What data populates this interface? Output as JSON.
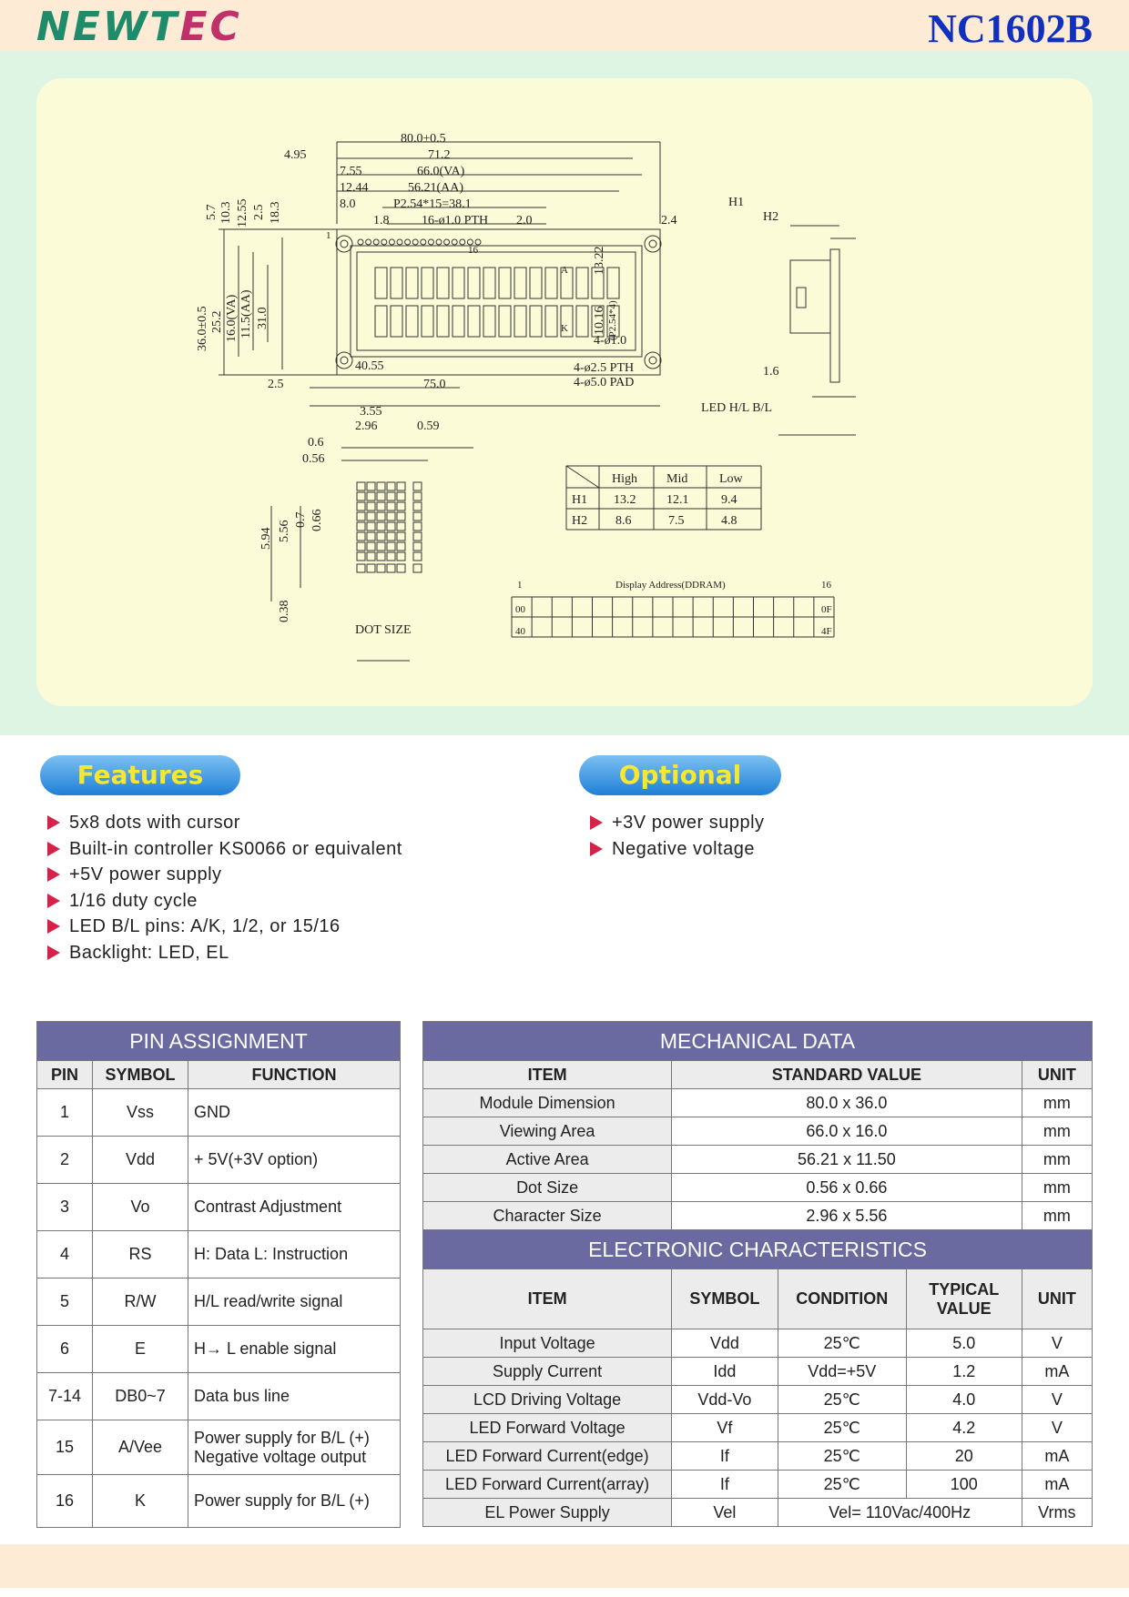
{
  "header": {
    "logo": "NEWTEC",
    "model": "NC1602B"
  },
  "drawing": {
    "top_dims": [
      "80.0±0.5",
      "71.2",
      "66.0(VA)",
      "56.21(AA)",
      "P2.54*15=38.1",
      "16-ø1.0 PTH"
    ],
    "dims_a": [
      "4.95",
      "7.55",
      "12.44",
      "8.0",
      "1.8",
      "2.0",
      "2.4"
    ],
    "vert_dims": [
      "5.7",
      "10.3",
      "12.55",
      "2.5",
      "18.3"
    ],
    "left_dims": [
      "36.0±0.5",
      "25.2",
      "16.0(VA)",
      "11.5(AA)",
      "31.0"
    ],
    "right_dims": [
      "13.22",
      "10.16",
      "(P2.54*4)"
    ],
    "pin_markers": [
      "1",
      "16",
      "A",
      "K"
    ],
    "bottom_dims": [
      "40.55",
      "2.5",
      "75.0",
      "4-ø1.0",
      "4-ø2.5 PTH",
      "4-ø5.0 PAD"
    ],
    "side": {
      "h1": "H1",
      "h2": "H2",
      "dim": "1.6",
      "caption": "LED H/L B/L"
    },
    "dot_dims": [
      "3.55",
      "2.96",
      "0.59",
      "0.6",
      "0.56",
      "5.94",
      "5.56",
      "0.7",
      "0.66",
      "0.38"
    ],
    "dot_caption": "DOT SIZE",
    "hl_table": {
      "headers": [
        "High",
        "Mid",
        "Low"
      ],
      "rows": [
        {
          "label": "H1",
          "values": [
            "13.2",
            "12.1",
            "9.4"
          ]
        },
        {
          "label": "H2",
          "values": [
            "8.6",
            "7.5",
            "4.8"
          ]
        }
      ]
    },
    "ddram": {
      "title": "Display Address(DDRAM)",
      "col_start": "1",
      "col_end": "16",
      "row1_start": "00",
      "row1_end": "0F",
      "row2_start": "40",
      "row2_end": "4F"
    }
  },
  "features": {
    "title": "Features",
    "items": [
      "5x8 dots with cursor",
      "Built-in controller KS0066 or equivalent",
      "+5V power supply",
      "1/16 duty cycle",
      "LED B/L pins: A/K, 1/2, or 15/16",
      "Backlight: LED, EL"
    ]
  },
  "optional": {
    "title": "Optional",
    "items": [
      "+3V power supply",
      "Negative voltage"
    ]
  },
  "pin_assignment": {
    "title": "PIN ASSIGNMENT",
    "headers": [
      "PIN",
      "SYMBOL",
      "FUNCTION"
    ],
    "rows": [
      {
        "pin": "1",
        "symbol": "Vss",
        "function": "GND"
      },
      {
        "pin": "2",
        "symbol": "Vdd",
        "function": "+ 5V(+3V option)"
      },
      {
        "pin": "3",
        "symbol": "Vo",
        "function": "Contrast Adjustment"
      },
      {
        "pin": "4",
        "symbol": "RS",
        "function": "H: Data L: Instruction"
      },
      {
        "pin": "5",
        "symbol": "R/W",
        "function": "H/L read/write signal"
      },
      {
        "pin": "6",
        "symbol": "E",
        "function": "H→ L enable signal"
      },
      {
        "pin": "7-14",
        "symbol": "DB0~7",
        "function": "Data bus line"
      },
      {
        "pin": "15",
        "symbol": "A/Vee",
        "function": "Power supply for B/L (+)",
        "function2": "Negative voltage output"
      },
      {
        "pin": "16",
        "symbol": "K",
        "function": "Power supply for B/L (+)"
      }
    ]
  },
  "mechanical": {
    "title": "MECHANICAL DATA",
    "headers": [
      "ITEM",
      "STANDARD VALUE",
      "UNIT"
    ],
    "rows": [
      {
        "item": "Module Dimension",
        "value": "80.0 x 36.0",
        "unit": "mm"
      },
      {
        "item": "Viewing Area",
        "value": "66.0 x 16.0",
        "unit": "mm"
      },
      {
        "item": "Active Area",
        "value": "56.21 x 11.50",
        "unit": "mm"
      },
      {
        "item": "Dot Size",
        "value": "0.56 x 0.66",
        "unit": "mm"
      },
      {
        "item": "Character Size",
        "value": "2.96 x 5.56",
        "unit": "mm"
      }
    ]
  },
  "electronic": {
    "title": "ELECTRONIC CHARACTERISTICS",
    "headers": [
      "ITEM",
      "SYMBOL",
      "CONDITION",
      "TYPICAL",
      "VALUE",
      "UNIT"
    ],
    "rows": [
      {
        "item": "Input Voltage",
        "symbol": "Vdd",
        "condition": "25℃",
        "value": "5.0",
        "unit": "V"
      },
      {
        "item": "Supply Current",
        "symbol": "Idd",
        "condition": "Vdd=+5V",
        "value": "1.2",
        "unit": "mA"
      },
      {
        "item": "LCD Driving Voltage",
        "symbol": "Vdd-Vo",
        "condition": "25℃",
        "value": "4.0",
        "unit": "V"
      },
      {
        "item": "LED Forward Voltage",
        "symbol": "Vf",
        "condition": "25℃",
        "value": "4.2",
        "unit": "V"
      },
      {
        "item": "LED Forward Current(edge)",
        "symbol": "If",
        "condition": "25℃",
        "value": "20",
        "unit": "mA"
      },
      {
        "item": "LED Forward Current(array)",
        "symbol": "If",
        "condition": "25℃",
        "value": "100",
        "unit": "mA"
      }
    ],
    "last_row": {
      "item": "EL Power Supply",
      "symbol": "Vel",
      "condition": "Vel= 110Vac/400Hz",
      "unit": "Vrms"
    }
  }
}
